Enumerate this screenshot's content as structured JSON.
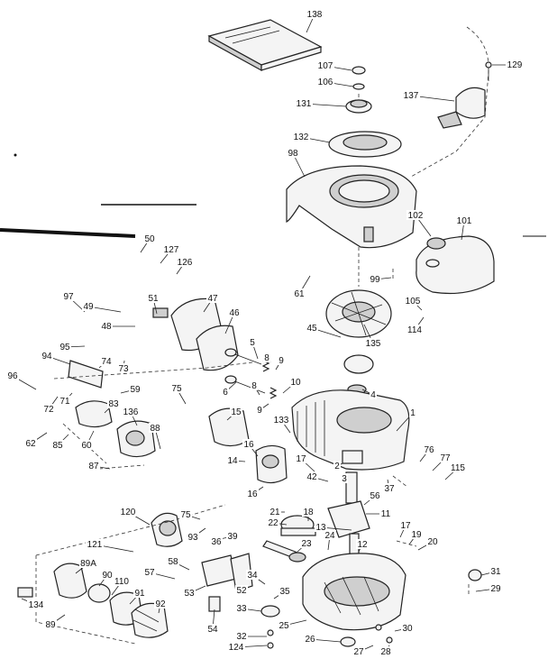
{
  "callouts": [
    {
      "label": "138",
      "part": "manual"
    },
    {
      "label": "107",
      "part": "nut"
    },
    {
      "label": "106",
      "part": "washer"
    },
    {
      "label": "129",
      "part": "screw"
    },
    {
      "label": "137",
      "part": "bracket"
    },
    {
      "label": "131",
      "part": "screen"
    },
    {
      "label": "132",
      "part": "screen-ring"
    },
    {
      "label": "98",
      "part": "blower-housing"
    },
    {
      "label": "102",
      "part": "cap"
    },
    {
      "label": "101",
      "part": "muffler"
    },
    {
      "label": "50",
      "part": "screw"
    },
    {
      "label": "127",
      "part": "rod"
    },
    {
      "label": "126",
      "part": "rod"
    },
    {
      "label": "99",
      "part": "screw"
    },
    {
      "label": "61",
      "part": "spacer"
    },
    {
      "label": "105",
      "part": "screw"
    },
    {
      "label": "114",
      "part": "lockwasher"
    },
    {
      "label": "97",
      "part": "link"
    },
    {
      "label": "49",
      "part": "screw"
    },
    {
      "label": "51",
      "part": "stud"
    },
    {
      "label": "47",
      "part": "valve-cover"
    },
    {
      "label": "46",
      "part": "gasket"
    },
    {
      "label": "48",
      "part": "washer"
    },
    {
      "label": "45",
      "part": "nut"
    },
    {
      "label": "135",
      "part": "flywheel"
    },
    {
      "label": "95",
      "part": "spring"
    },
    {
      "label": "5",
      "part": "valve"
    },
    {
      "label": "8",
      "part": "spring"
    },
    {
      "label": "9",
      "part": "retainer"
    },
    {
      "label": "94",
      "part": "bracket"
    },
    {
      "label": "74",
      "part": "lever"
    },
    {
      "label": "73",
      "part": "screw"
    },
    {
      "label": "96",
      "part": "knob"
    },
    {
      "label": "6",
      "part": "valve"
    },
    {
      "label": "8",
      "part": "spring"
    },
    {
      "label": "10",
      "part": "retainer"
    },
    {
      "label": "59",
      "part": "clamp"
    },
    {
      "label": "75",
      "part": "link"
    },
    {
      "label": "83",
      "part": "gasket"
    },
    {
      "label": "71",
      "part": "spring"
    },
    {
      "label": "72",
      "part": "screw"
    },
    {
      "label": "9",
      "part": "retainer"
    },
    {
      "label": "4",
      "part": "plate"
    },
    {
      "label": "15",
      "part": "piston-ring-set"
    },
    {
      "label": "136",
      "part": "carburetor"
    },
    {
      "label": "133",
      "part": "plug"
    },
    {
      "label": "1",
      "part": "cylinder"
    },
    {
      "label": "62",
      "part": "screw"
    },
    {
      "label": "85",
      "part": "screw"
    },
    {
      "label": "60",
      "part": "needle"
    },
    {
      "label": "88",
      "part": "float"
    },
    {
      "label": "16",
      "part": "pin"
    },
    {
      "label": "76",
      "part": "bracket"
    },
    {
      "label": "77",
      "part": "screw"
    },
    {
      "label": "115",
      "part": "wire"
    },
    {
      "label": "87",
      "part": "gasket"
    },
    {
      "label": "14",
      "part": "piston"
    },
    {
      "label": "17",
      "part": "rod"
    },
    {
      "label": "2",
      "part": "gasket"
    },
    {
      "label": "3",
      "part": "seal"
    },
    {
      "label": "42",
      "part": "screw"
    },
    {
      "label": "37",
      "part": "pin"
    },
    {
      "label": "16",
      "part": "pin"
    },
    {
      "label": "56",
      "part": "screw"
    },
    {
      "label": "120",
      "part": "filter-element"
    },
    {
      "label": "75",
      "part": "link"
    },
    {
      "label": "21",
      "part": "dipper"
    },
    {
      "label": "18",
      "part": "rod-cap"
    },
    {
      "label": "11",
      "part": "crankshaft"
    },
    {
      "label": "22",
      "part": "camshaft"
    },
    {
      "label": "13",
      "part": "tappet"
    },
    {
      "label": "39",
      "part": "spring"
    },
    {
      "label": "93",
      "part": "screw"
    },
    {
      "label": "36",
      "part": "washer"
    },
    {
      "label": "17",
      "part": "screw"
    },
    {
      "label": "19",
      "part": "washer"
    },
    {
      "label": "20",
      "part": "screw"
    },
    {
      "label": "24",
      "part": "shim"
    },
    {
      "label": "12",
      "part": "seal"
    },
    {
      "label": "23",
      "part": "tappet"
    },
    {
      "label": "121",
      "part": "screw"
    },
    {
      "label": "89A",
      "part": "base"
    },
    {
      "label": "90",
      "part": "filter"
    },
    {
      "label": "110",
      "part": "gasket"
    },
    {
      "label": "57",
      "part": "screw"
    },
    {
      "label": "58",
      "part": "bracket"
    },
    {
      "label": "53",
      "part": "lever"
    },
    {
      "label": "52",
      "part": "gasket"
    },
    {
      "label": "34",
      "part": "shaft"
    },
    {
      "label": "35",
      "part": "washer"
    },
    {
      "label": "31",
      "part": "plug"
    },
    {
      "label": "29",
      "part": "gasket"
    },
    {
      "label": "91",
      "part": "element"
    },
    {
      "label": "92",
      "part": "cover"
    },
    {
      "label": "134",
      "part": "clip"
    },
    {
      "label": "89",
      "part": "air-cleaner"
    },
    {
      "label": "54",
      "part": "nut"
    },
    {
      "label": "33",
      "part": "gear"
    },
    {
      "label": "25",
      "part": "sump"
    },
    {
      "label": "30",
      "part": "screw"
    },
    {
      "label": "32",
      "part": "screw"
    },
    {
      "label": "124",
      "part": "washer"
    },
    {
      "label": "26",
      "part": "plug"
    },
    {
      "label": "27",
      "part": "washer"
    },
    {
      "label": "28",
      "part": "screw"
    }
  ]
}
